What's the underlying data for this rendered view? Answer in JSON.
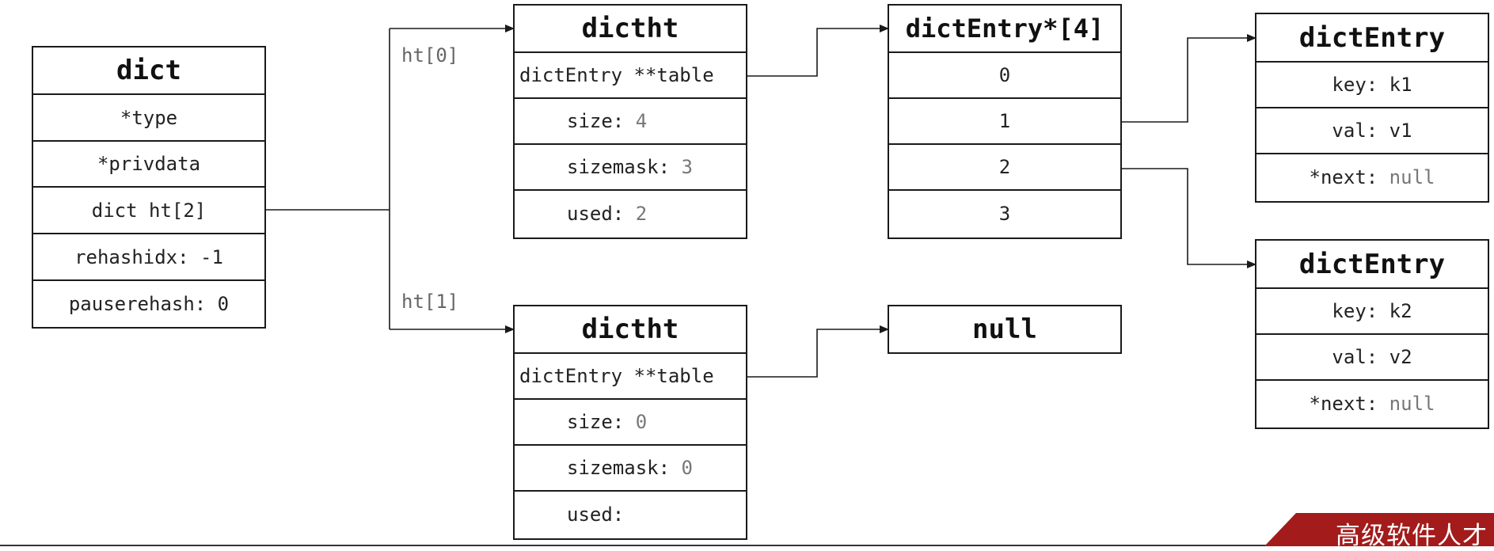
{
  "dict": {
    "header": "dict",
    "fields": [
      "*type",
      "*privdata",
      "dict ht[2]",
      "rehashidx: -1",
      "pauserehash: 0"
    ]
  },
  "labels": {
    "ht0": "ht[0]",
    "ht1": "ht[1]"
  },
  "dictht0": {
    "header": "dictht",
    "table": "dictEntry **table",
    "size_label": "size: ",
    "size_value": "4",
    "sizemask_label": "sizemask: ",
    "sizemask_value": "3",
    "used_label": "used: ",
    "used_value": "2"
  },
  "dictht1": {
    "header": "dictht",
    "table": "dictEntry **table",
    "size_label": "size: ",
    "size_value": "0",
    "sizemask_label": "sizemask: ",
    "sizemask_value": "0",
    "used_label": "used: ",
    "used_value": ""
  },
  "array": {
    "header": "dictEntry*[4]",
    "slots": [
      "0",
      "1",
      "2",
      "3"
    ]
  },
  "null_box": "null",
  "entry1": {
    "header": "dictEntry",
    "key": "key: k1",
    "val": "val: v1",
    "next_label": "*next: ",
    "next_value": "null"
  },
  "entry2": {
    "header": "dictEntry",
    "key": "key: k2",
    "val": "val: v2",
    "next_label": "*next: ",
    "next_value": "null"
  },
  "badge": "高级软件人才",
  "colors": {
    "line": "#1a1a1a",
    "badge": "#a31b1b",
    "muted": "#777777"
  }
}
